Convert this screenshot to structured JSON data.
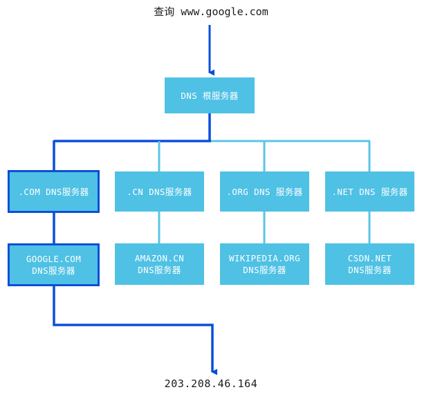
{
  "diagram": {
    "title_text": "查询 www.google.com",
    "result_text": "203.208.46.164",
    "colors": {
      "node_fill": "#4fc1e4",
      "active_stroke": "#0b4ed8",
      "idle_stroke": "#4fc1e4",
      "text": "#ffffff",
      "caption": "#1a1a1a"
    },
    "root": {
      "label": "DNS 根服务器"
    },
    "tld_nodes": [
      {
        "label": ".COM DNS服务器",
        "active": true
      },
      {
        "label": ".CN DNS服务器",
        "active": false
      },
      {
        "label": ".ORG DNS 服务器",
        "active": false
      },
      {
        "label": ".NET DNS 服务器",
        "active": false
      }
    ],
    "authoritative_nodes": [
      {
        "line1": "GOOGLE.COM",
        "line2": "DNS服务器",
        "active": true
      },
      {
        "line1": "AMAZON.CN",
        "line2": "DNS服务器",
        "active": false
      },
      {
        "line1": "WIKIPEDIA.ORG",
        "line2": "DNS服务器",
        "active": false
      },
      {
        "line1": "CSDN.NET",
        "line2": "DNS服务器",
        "active": false
      }
    ]
  }
}
